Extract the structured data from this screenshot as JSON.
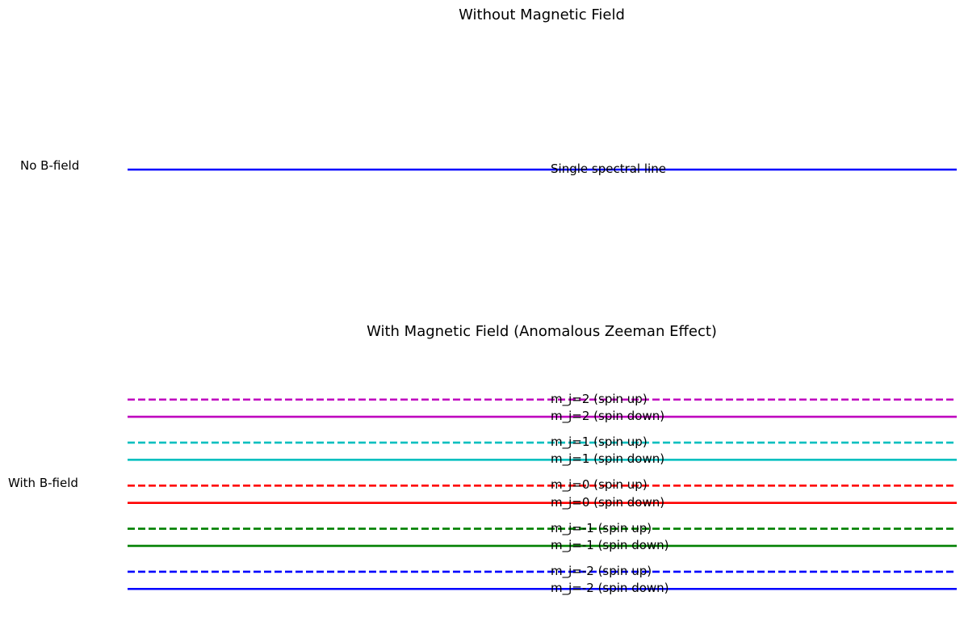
{
  "panels": [
    {
      "title": "Without Magnetic Field",
      "side_label": "No B-field",
      "lines": [
        {
          "label": "Single spectral line",
          "color": "#0000ff",
          "style": "solid",
          "level": 0
        }
      ]
    },
    {
      "title": "With Magnetic Field (Anomalous Zeeman Effect)",
      "side_label": "With B-field",
      "lines": [
        {
          "label": "m_j=2 (spin up)",
          "color": "#bf00bf",
          "style": "dashed",
          "level": 2.2
        },
        {
          "label": "m_j=2 (spin down)",
          "color": "#bf00bf",
          "style": "solid",
          "level": 1.8
        },
        {
          "label": "m_j=1 (spin up)",
          "color": "#00bfbf",
          "style": "dashed",
          "level": 1.2
        },
        {
          "label": "m_j=1 (spin down)",
          "color": "#00bfbf",
          "style": "solid",
          "level": 0.8
        },
        {
          "label": "m_j=0 (spin up)",
          "color": "#ff0000",
          "style": "dashed",
          "level": 0.2
        },
        {
          "label": "m_j=0 (spin down)",
          "color": "#ff0000",
          "style": "solid",
          "level": -0.2
        },
        {
          "label": "m_j=-1 (spin up)",
          "color": "#008000",
          "style": "dashed",
          "level": -0.8
        },
        {
          "label": "m_j=-1 (spin down)",
          "color": "#008000",
          "style": "solid",
          "level": -1.2
        },
        {
          "label": "m_j=-2 (spin up)",
          "color": "#0000ff",
          "style": "dashed",
          "level": -1.8
        },
        {
          "label": "m_j=-2 (spin down)",
          "color": "#0000ff",
          "style": "solid",
          "level": -2.2
        }
      ]
    }
  ]
}
